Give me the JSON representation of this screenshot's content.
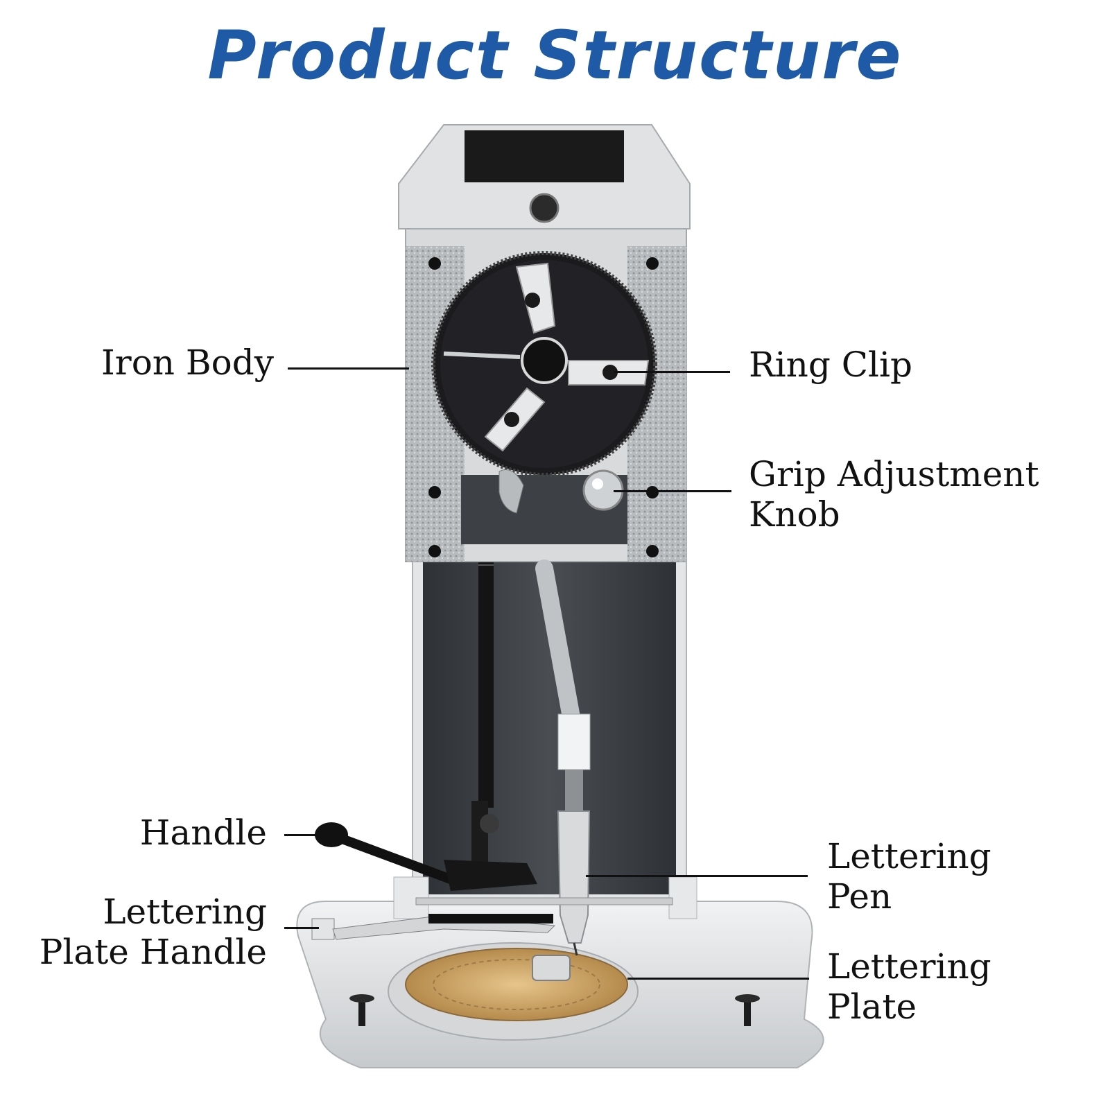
{
  "title": "Product Structure",
  "colors": {
    "title": "#1f5aa6",
    "frame_light": "#e2e4e6",
    "frame_mid": "#c9cdd1",
    "frame_dark": "#3b3f43",
    "gear": "#1b1b1d",
    "plate_brass": "#c8a064",
    "line": "#111111"
  },
  "labels": {
    "iron_body": "Iron Body",
    "ring_clip": "Ring Clip",
    "grip_adjustment_knob": "Grip Adjustment\nKnob",
    "handle": "Handle",
    "lettering_plate_handle": "Lettering\nPlate Handle",
    "lettering_pen": "Lettering\nPen",
    "lettering_plate": "Lettering\nPlate"
  }
}
